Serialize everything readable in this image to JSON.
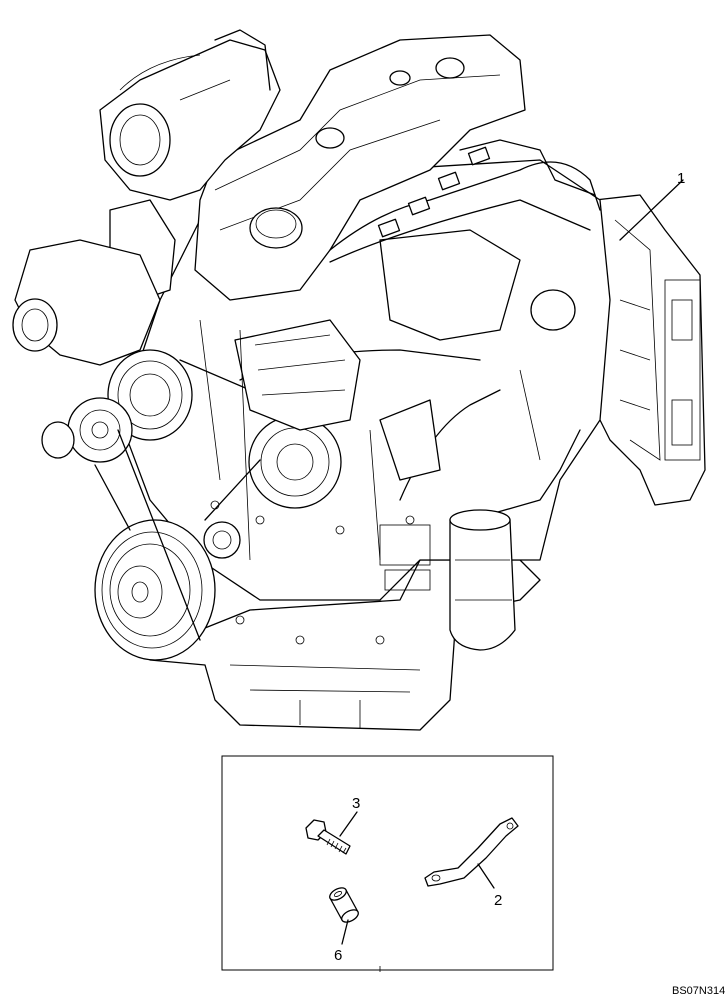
{
  "callouts": {
    "engine": "1",
    "bracket": "2",
    "bolt": "3",
    "bushing": "6"
  },
  "reference_code": "BS07N314"
}
